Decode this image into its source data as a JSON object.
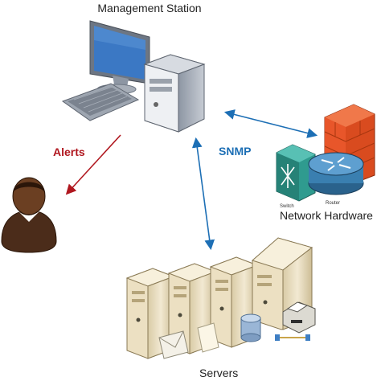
{
  "diagram": {
    "title": "Management Station",
    "alerts_label": "Alerts",
    "protocol_label": "SNMP",
    "network_label": "Network Hardware",
    "servers_label": "Servers",
    "switch_label": "Switch",
    "router_label": "Router"
  },
  "colors": {
    "alert_arrow": "#b0171f",
    "snmp_arrow": "#1d6fb5",
    "firewall": "#e8562a",
    "switch": "#2f9b8f",
    "router": "#3a7fb0",
    "server_body": "#ece0c2"
  },
  "icons": [
    "computer-icon",
    "person-icon",
    "firewall-icon",
    "switch-icon",
    "router-icon",
    "server-icon",
    "database-icon",
    "printer-icon",
    "mail-icon",
    "document-icon"
  ]
}
